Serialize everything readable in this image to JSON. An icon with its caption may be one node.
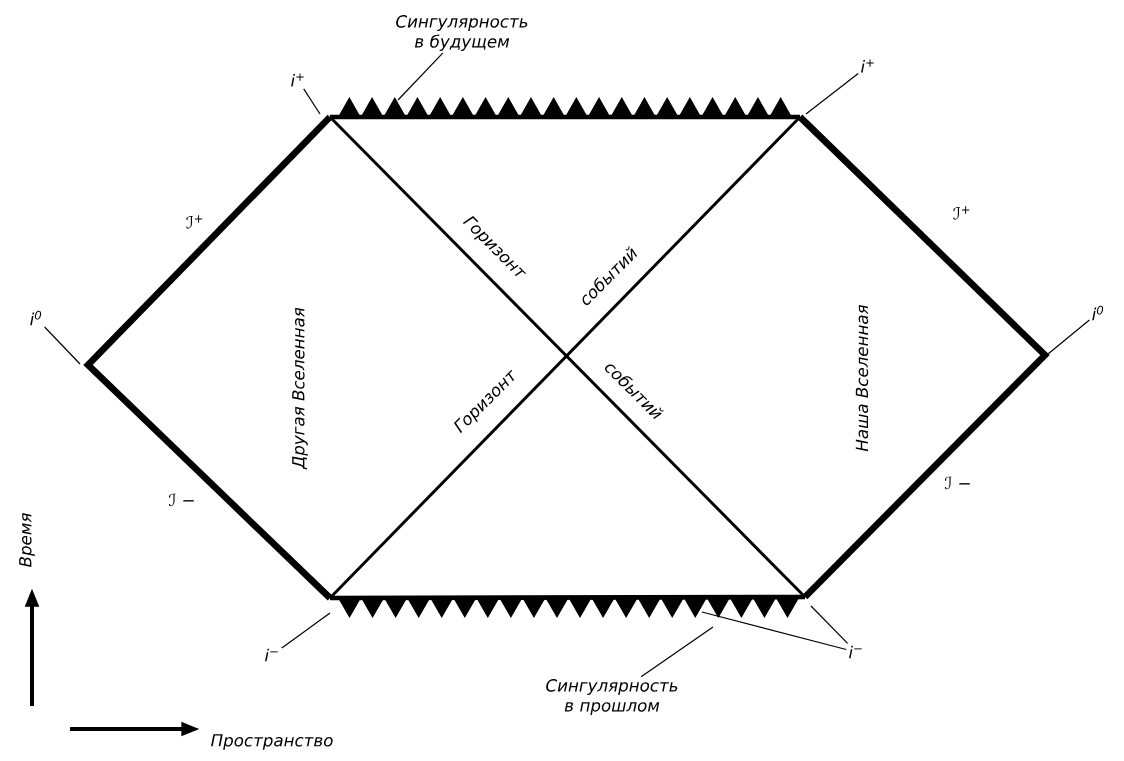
{
  "diagram": {
    "nodes": [
      {
        "text": [
          "Сингулярность в будущем"
        ]
      },
      {
        "text": [
          "i$^{+}$"
        ]
      },
      {
        "text": [
          "i$^{+}$"
        ]
      },
      {
        "text": [
          "i$^{0}$"
        ]
      },
      {
        "text": [
          "i$^{0}$"
        ]
      },
      {
        "text": [
          "i$^{−}$"
        ]
      },
      {
        "text": [
          "i$^{−}$"
        ]
      },
      {
        "text": [
          "Сингулярность в прошлом"
        ]
      }
    ],
    "edges": [
      {
        "from": 0,
        "to": null,
        "arrow": "none"
      },
      {
        "from": 1,
        "to": null,
        "arrow": "none"
      },
      {
        "from": 2,
        "to": null,
        "arrow": "none"
      },
      {
        "from": 3,
        "to": null,
        "arrow": "none"
      },
      {
        "from": 4,
        "to": null,
        "arrow": "none"
      },
      {
        "from": 5,
        "to": null,
        "arrow": "none"
      },
      {
        "from": 6,
        "to": null,
        "arrow": "none"
      },
      {
        "from": 6,
        "to": null,
        "arrow": "none"
      },
      {
        "from": 7,
        "to": null,
        "arrow": "none"
      }
    ],
    "labels": [
      "ℐ$^{+}$",
      "ℐ$^{+}$",
      "Горизонт",
      "событий",
      "Другая Вселенная",
      "Наша Вселенная",
      "Горизонт",
      "событий",
      "ℐ −",
      "ℐ −",
      "Время",
      "Пространство"
    ]
  }
}
